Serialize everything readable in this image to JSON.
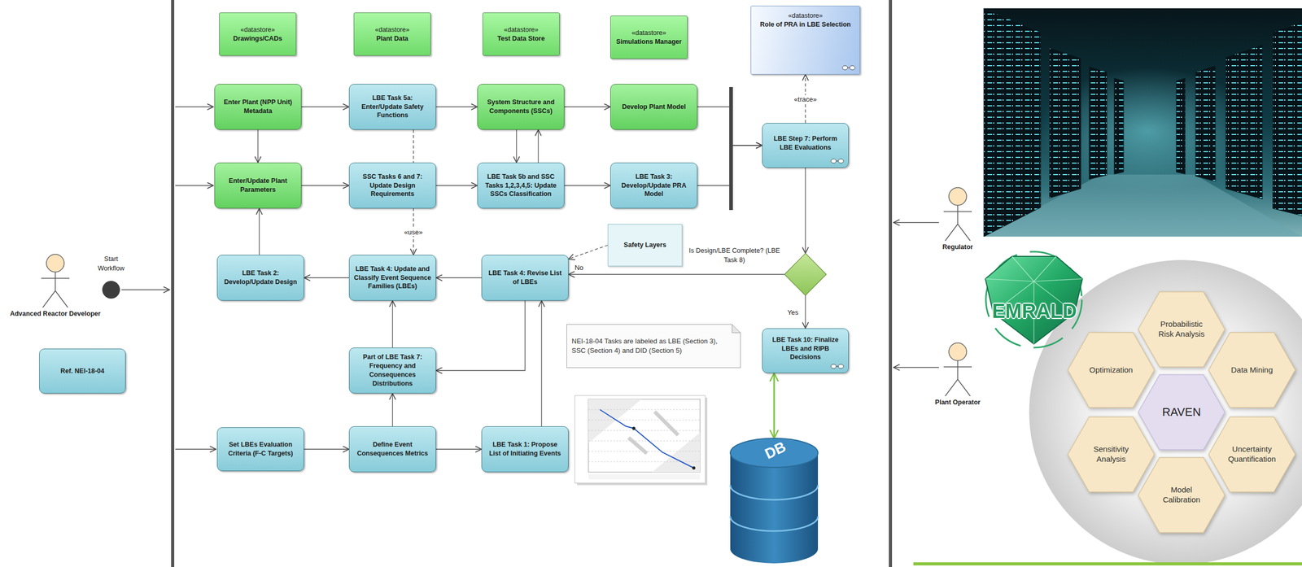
{
  "diagram": {
    "nodes": [
      {
        "text": [
          "«datastore»",
          "Drawings/CADs"
        ]
      },
      {
        "text": [
          "«datastore»",
          "Plant Data"
        ]
      },
      {
        "text": [
          "«datastore»",
          "Test Data Store"
        ]
      },
      {
        "text": [
          "«datastore»",
          "Simulations Manager"
        ]
      },
      {
        "text": [
          "«datastore»",
          "Role of PRA in LBE Selection"
        ]
      },
      {
        "text": [
          "Enter Plant (NPP Unit) Metadata"
        ]
      },
      {
        "text": [
          "LBE Task 5a: Enter/Update Safety Functions"
        ]
      },
      {
        "text": [
          "System Structure and Components (SSCs)"
        ]
      },
      {
        "text": [
          "Develop Plant Model"
        ]
      },
      {
        "text": [
          "LBE Step 7: Perform LBE Evaluations"
        ]
      },
      {
        "text": [
          "Enter/Update Plant Parameters"
        ]
      },
      {
        "text": [
          "SSC Tasks 6 and 7: Update Design Requirements"
        ]
      },
      {
        "text": [
          "LBE Task 5b and SSC Tasks 1,2,3,4,5: Update SSCs Classification"
        ]
      },
      {
        "text": [
          "LBE Task 3: Develop/Update PRA Model"
        ]
      },
      {
        "text": [
          "Safety Layers"
        ]
      },
      {
        "text": [
          "Is Design/LBE Complete? (LBE Task 8)"
        ]
      },
      {
        "text": [
          "LBE Task 2: Develop/Update Design"
        ]
      },
      {
        "text": [
          "LBE Task 4: Update and Classify Event Sequence Families (LBEs)"
        ]
      },
      {
        "text": [
          "LBE Task 4: Revise List of LBEs"
        ]
      },
      {
        "text": [
          "Start Workflow"
        ]
      },
      {
        "text": [
          "Advanced Reactor Developer"
        ]
      },
      {
        "text": [
          "Ref. NEI-18-04"
        ]
      },
      {
        "text": [
          "NEI-18-04 Tasks are labeled as LBE (Section 3), SSC (Section 4) and DID (Section 5)"
        ]
      },
      {
        "text": [
          "LBE Task 10: Finalize LBEs and RIPB Decisions"
        ]
      },
      {
        "text": [
          "Part of LBE Task 7: Frequency and Consequences Distributions"
        ]
      },
      {
        "text": [
          "Set LBEs Evaluation Criteria (F-C Targets)"
        ]
      },
      {
        "text": [
          "Define Event Consequences Metrics"
        ]
      },
      {
        "text": [
          "LBE Task 1: Propose List of Initiating Events"
        ]
      },
      {
        "text": [
          "DB"
        ]
      },
      {
        "text": [
          "Regulator"
        ]
      },
      {
        "text": [
          "Plant Operator"
        ]
      },
      {
        "text": [
          "Probabilistic Risk Analysis"
        ]
      },
      {
        "text": [
          "Optimization"
        ]
      },
      {
        "text": [
          "RAVEN"
        ]
      },
      {
        "text": [
          "Data Mining"
        ]
      },
      {
        "text": [
          "Sensitivity Analysis"
        ]
      },
      {
        "text": [
          "Uncertainty Quantification"
        ]
      },
      {
        "text": [
          "Model Calibration"
        ]
      }
    ],
    "edges": [
      {
        "from": 5,
        "to": 6,
        "arrow": "to"
      },
      {
        "from": 6,
        "to": 7,
        "arrow": "to"
      },
      {
        "from": 7,
        "to": 8,
        "arrow": "to"
      },
      {
        "from": 8,
        "to": 9,
        "arrow": "to"
      },
      {
        "from": 13,
        "to": 9,
        "arrow": "to"
      },
      {
        "from": 5,
        "to": 10,
        "arrow": "to"
      },
      {
        "from": 10,
        "to": 11,
        "arrow": "to"
      },
      {
        "from": 11,
        "to": 12,
        "arrow": "to"
      },
      {
        "from": 12,
        "to": 13,
        "arrow": "to"
      },
      {
        "from": 7,
        "to": 12,
        "arrow": "to"
      },
      {
        "from": 12,
        "to": 7,
        "arrow": "to"
      },
      {
        "from": 6,
        "to": 17,
        "label": "«use»",
        "arrow": "to"
      },
      {
        "from": 9,
        "to": 4,
        "label": "«trace»",
        "arrow": "to"
      },
      {
        "from": 9,
        "to": 15,
        "arrow": "to"
      },
      {
        "from": 15,
        "to": 18,
        "label": "No",
        "arrow": "to"
      },
      {
        "from": 15,
        "to": 23,
        "label": "Yes",
        "arrow": "to"
      },
      {
        "from": 14,
        "to": 18,
        "arrow": "to"
      },
      {
        "from": 18,
        "to": 17,
        "arrow": "to"
      },
      {
        "from": 17,
        "to": 16,
        "arrow": "to"
      },
      {
        "from": 16,
        "to": 10,
        "arrow": "to"
      },
      {
        "from": 18,
        "to": 24,
        "arrow": "to"
      },
      {
        "from": 24,
        "to": 17,
        "arrow": "to"
      },
      {
        "from": 25,
        "to": 26,
        "arrow": "to"
      },
      {
        "from": 26,
        "to": 24,
        "arrow": "to"
      },
      {
        "from": 26,
        "to": 27,
        "arrow": "to"
      },
      {
        "from": 27,
        "to": 18,
        "arrow": "to"
      },
      {
        "from": 23,
        "to": 28,
        "arrow": "both"
      }
    ],
    "labels": [
      "EMRALD"
    ]
  }
}
